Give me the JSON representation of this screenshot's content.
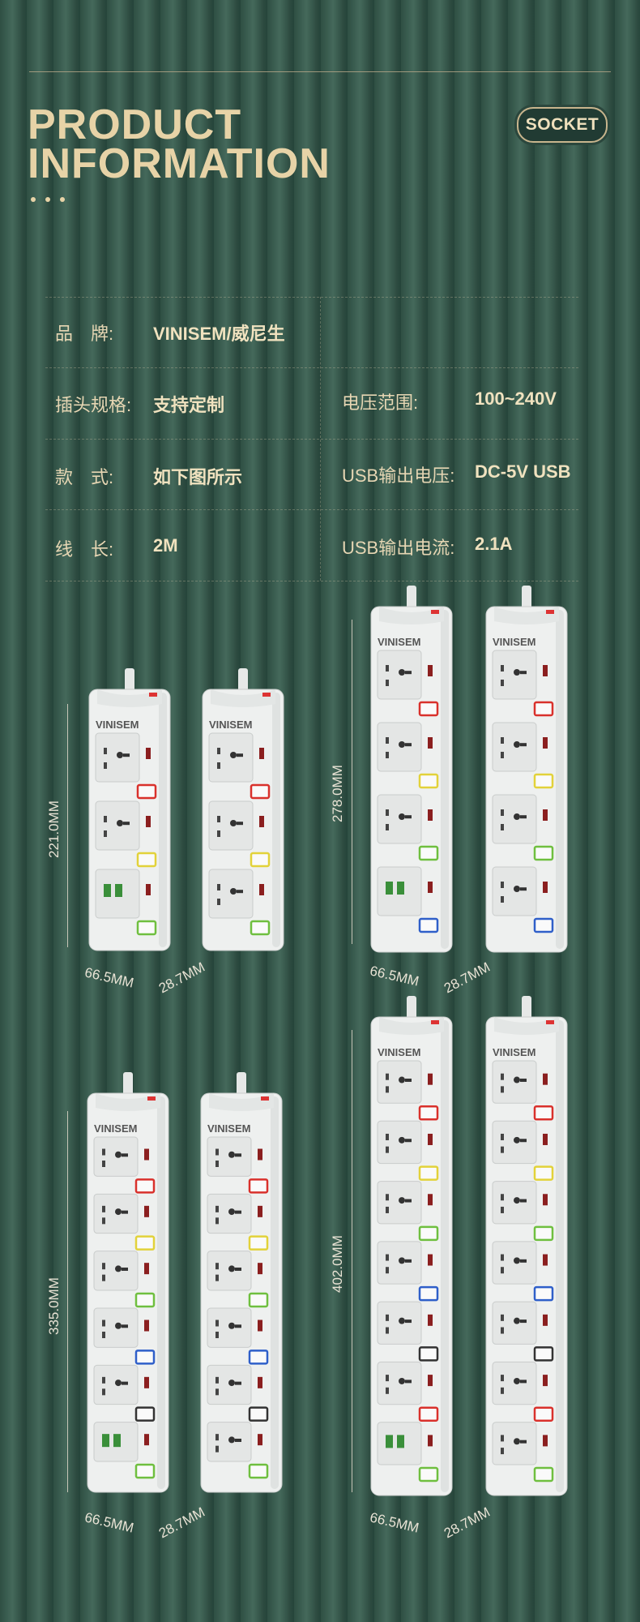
{
  "header": {
    "title_line1": "PRODUCT",
    "title_line2": "INFORMATION",
    "badge": "SOCKET"
  },
  "specs": {
    "brand_label": "品　牌:",
    "brand_value": "VINISEM/威尼生",
    "plug_label": "插头规格:",
    "plug_value": "支持定制",
    "voltage_label": "电压范围:",
    "voltage_value": "100~240V",
    "style_label": "款　式:",
    "style_value": "如下图所示",
    "usb_voltage_label": "USB输出电压:",
    "usb_voltage_value": "DC-5V USB",
    "cable_label": "线　长:",
    "cable_value": "2M",
    "usb_current_label": "USB输出电流:",
    "usb_current_value": "2.1A"
  },
  "products": {
    "brand": "VINISEM",
    "width": "66.5MM",
    "depth": "28.7MM",
    "len_a": "221.0MM",
    "len_b": "278.0MM",
    "len_c": "335.0MM",
    "len_d": "402.0MM"
  },
  "colors": {
    "background": "#2f4f43",
    "accent": "#e7d3a7",
    "strip_body": "#eef0ef"
  }
}
